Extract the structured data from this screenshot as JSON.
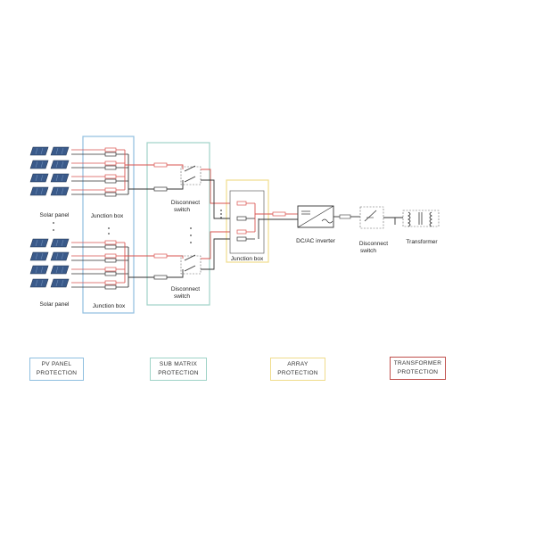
{
  "labels": {
    "solar_panel_top": "Solar panel",
    "solar_panel_bottom": "Solar panel",
    "junction_box_top": "Junction box",
    "junction_box_bottom": "Junction box",
    "disconnect_switch_top": [
      "Disconnect",
      "switch"
    ],
    "disconnect_switch_bottom": [
      "Disconnect",
      "switch"
    ],
    "junction_box_array": "Junction box",
    "inverter": "DC/AC inverter",
    "disconnect_switch_ac": [
      "Disconnect",
      "switch"
    ],
    "transformer": "Transformer"
  },
  "legend": [
    {
      "line1": "PV PANEL",
      "line2": "PROTECTION",
      "color": "#8fbfe0"
    },
    {
      "line1": "SUB MATRIX",
      "line2": "PROTECTION",
      "color": "#9fd3c7"
    },
    {
      "line1": "ARRAY",
      "line2": "PROTECTION",
      "color": "#f0dc8c"
    },
    {
      "line1": "TRANSFORMER",
      "line2": "PROTECTION",
      "color": "#c0504d"
    }
  ],
  "colors": {
    "pv_panel_protection": "#8fbfe0",
    "sub_matrix_protection": "#9fd3c7",
    "array_protection": "#f0dc8c",
    "transformer_protection": "#c0504d",
    "positive_wire": "#d9534f",
    "negative_wire": "#333333"
  },
  "icons": [
    "solar-panel-icon",
    "fuse-icon",
    "switch-icon",
    "inverter-icon",
    "transformer-icon"
  ]
}
